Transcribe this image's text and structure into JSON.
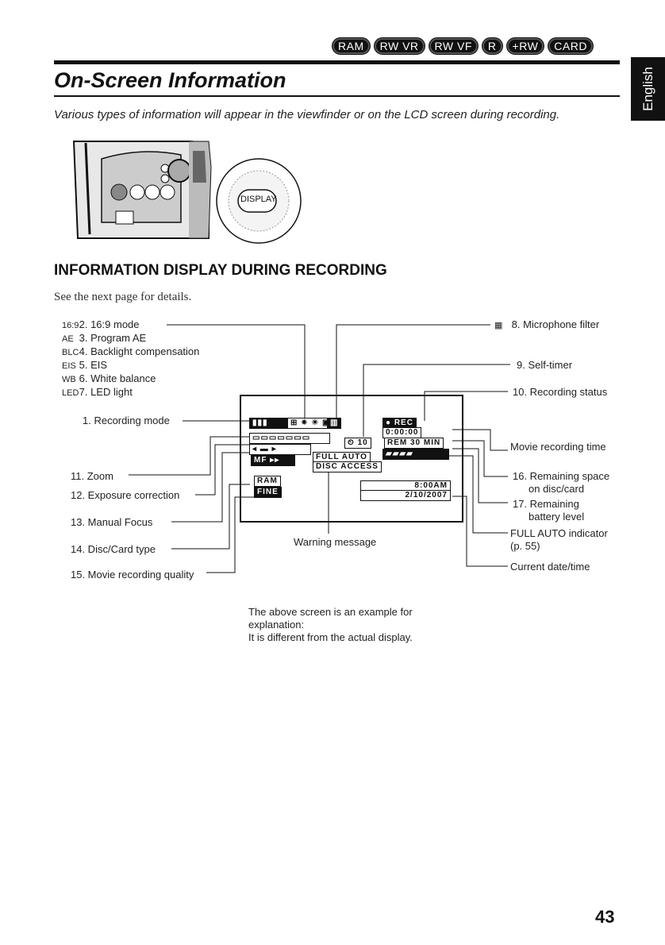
{
  "header": {
    "badges": [
      "RAM",
      "RW VR",
      "RW VF",
      "R",
      "+RW",
      "CARD"
    ],
    "title": "On-Screen Information",
    "subtitle": "Various types of information will appear in the viewfinder or on the LCD screen during recording.",
    "language_tab": "English"
  },
  "figure": {
    "display_button_label": "DISPLAY"
  },
  "section": {
    "heading": "INFORMATION DISPLAY DURING RECORDING",
    "intro": "See the next page for details."
  },
  "left_labels": [
    {
      "icon": "16:9",
      "text": "2. 16:9 mode"
    },
    {
      "icon": "AE",
      "text": "3. Program AE"
    },
    {
      "icon": "BLC",
      "text": "4. Backlight compensation"
    },
    {
      "icon": "EIS",
      "text": "5. EIS"
    },
    {
      "icon": "WB",
      "text": "6. White balance"
    },
    {
      "icon": "LED",
      "text": "7. LED light"
    }
  ],
  "callouts_left": [
    "1. Recording mode",
    "11. Zoom",
    "12. Exposure correction",
    "13. Manual Focus",
    "14. Disc/Card type",
    "15. Movie recording quality"
  ],
  "callouts_right": {
    "mic": "8. Microphone filter",
    "self_timer": "9. Self-timer",
    "rec_status": "10. Recording status",
    "movie_time": "Movie recording time",
    "remaining_space_1": "16. Remaining space",
    "remaining_space_2": "on disc/card",
    "battery_1": "17. Remaining",
    "battery_2": "battery level",
    "full_auto_1": "FULL AUTO indicator",
    "full_auto_2": "(p. 55)",
    "date_time": "Current date/time"
  },
  "osd": {
    "rec": "REC",
    "counter": "0:00:00",
    "self_timer": "10",
    "remaining": "REM 30 MIN",
    "full_auto": "FULL AUTO",
    "disc_access": "DISC ACCESS",
    "time": "8:00AM",
    "date": "2/10/2007",
    "quality": "FINE",
    "media": "RAM"
  },
  "warning": "Warning message",
  "note": [
    "The above screen is an example for",
    "explanation:",
    "It is different from the actual display."
  ],
  "page_number": "43"
}
